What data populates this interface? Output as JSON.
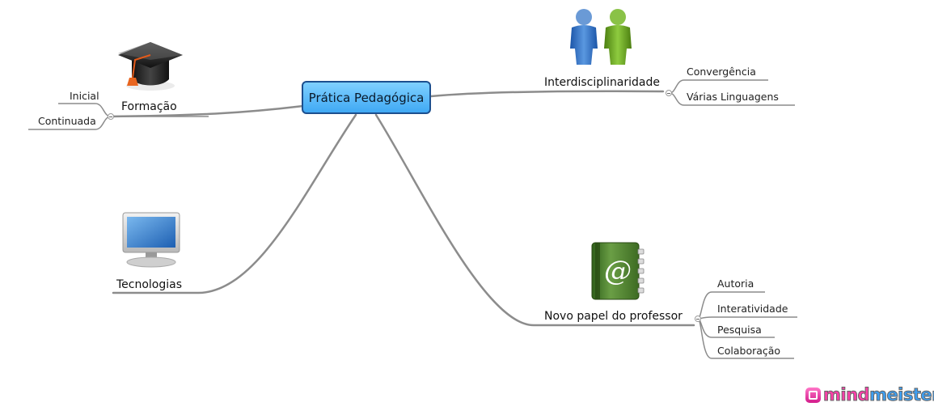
{
  "root": {
    "label": "Prática Pedagógica"
  },
  "branches": {
    "formacao": {
      "label": "Formação",
      "children": [
        "Inicial",
        "Continuada"
      ],
      "icon": "graduation-cap-icon"
    },
    "interdisciplinaridade": {
      "label": "Interdisciplinaridade",
      "children": [
        "Convergência",
        "Várias Linguagens"
      ],
      "icon": "people-icon"
    },
    "tecnologias": {
      "label": "Tecnologias",
      "icon": "monitor-icon"
    },
    "novo_papel": {
      "label": "Novo papel do professor",
      "children": [
        "Autoria",
        "Interatividade",
        "Pesquisa",
        "Colaboração"
      ],
      "icon": "address-book-icon"
    }
  },
  "logo": {
    "part1": "mind",
    "part2": "meister"
  },
  "colors": {
    "root_fill": "#4db3f7",
    "root_border": "#1c4f8f",
    "connector": "#8c8c8c",
    "logo_pink": "#ff3fa9",
    "logo_blue": "#3e9ff2"
  }
}
